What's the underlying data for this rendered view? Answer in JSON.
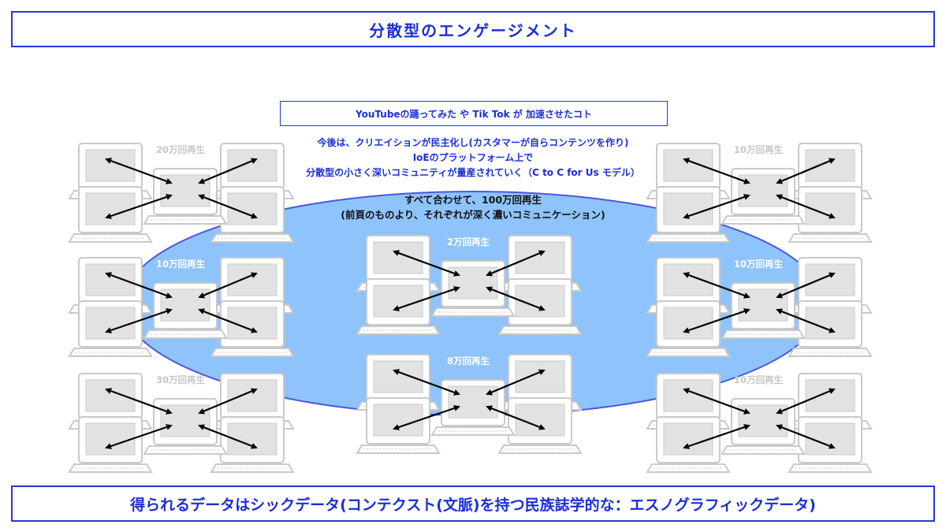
{
  "title": "分散型のエンゲージメント",
  "subtitle": "YouTubeの踊ってみた や Tik Tok が 加速させたコト",
  "note_lines": [
    "今後は、クリエイションが民主化し(カスタマーが自らコンテンツを作り)",
    "IoEのプラットフォーム上で",
    "分散型の小さく深いコミュニティが量産されていく（C to C for Us モデル）"
  ],
  "total_lines": [
    "すべて合わせて、100万回再生",
    "(前頁のものより、それぞれが深く濃いコミュニケーション)"
  ],
  "clusters": [
    {
      "id": "left-top",
      "label": "20万回再生",
      "label_color": "#c6c6c6"
    },
    {
      "id": "left-middle",
      "label": "10万回再生",
      "label_color": "#ffffff"
    },
    {
      "id": "left-bottom",
      "label": "30万回再生",
      "label_color": "#c6c6c6"
    },
    {
      "id": "center-top",
      "label": "2万回再生",
      "label_color": "#ffffff"
    },
    {
      "id": "center-bottom",
      "label": "8万回再生",
      "label_color": "#ffffff"
    },
    {
      "id": "right-top",
      "label": "10万回再生",
      "label_color": "#c6c6c6"
    },
    {
      "id": "right-middle",
      "label": "10万回再生",
      "label_color": "#ffffff"
    },
    {
      "id": "right-bottom",
      "label": "10万回再生",
      "label_color": "#c6c6c6"
    }
  ],
  "footer": "得られるデータはシックデータ(コンテクスト(文脈)を持つ民族誌学的な：エスノグラフィックデータ)",
  "colors": {
    "accent": "#1b2fd6",
    "ellipse_fill": "#8fc3fb",
    "ellipse_stroke": "#4a57e0",
    "laptop_frame": "#c9c9c9",
    "laptop_screen": "#e2e2e2",
    "arrow": "#000000"
  }
}
